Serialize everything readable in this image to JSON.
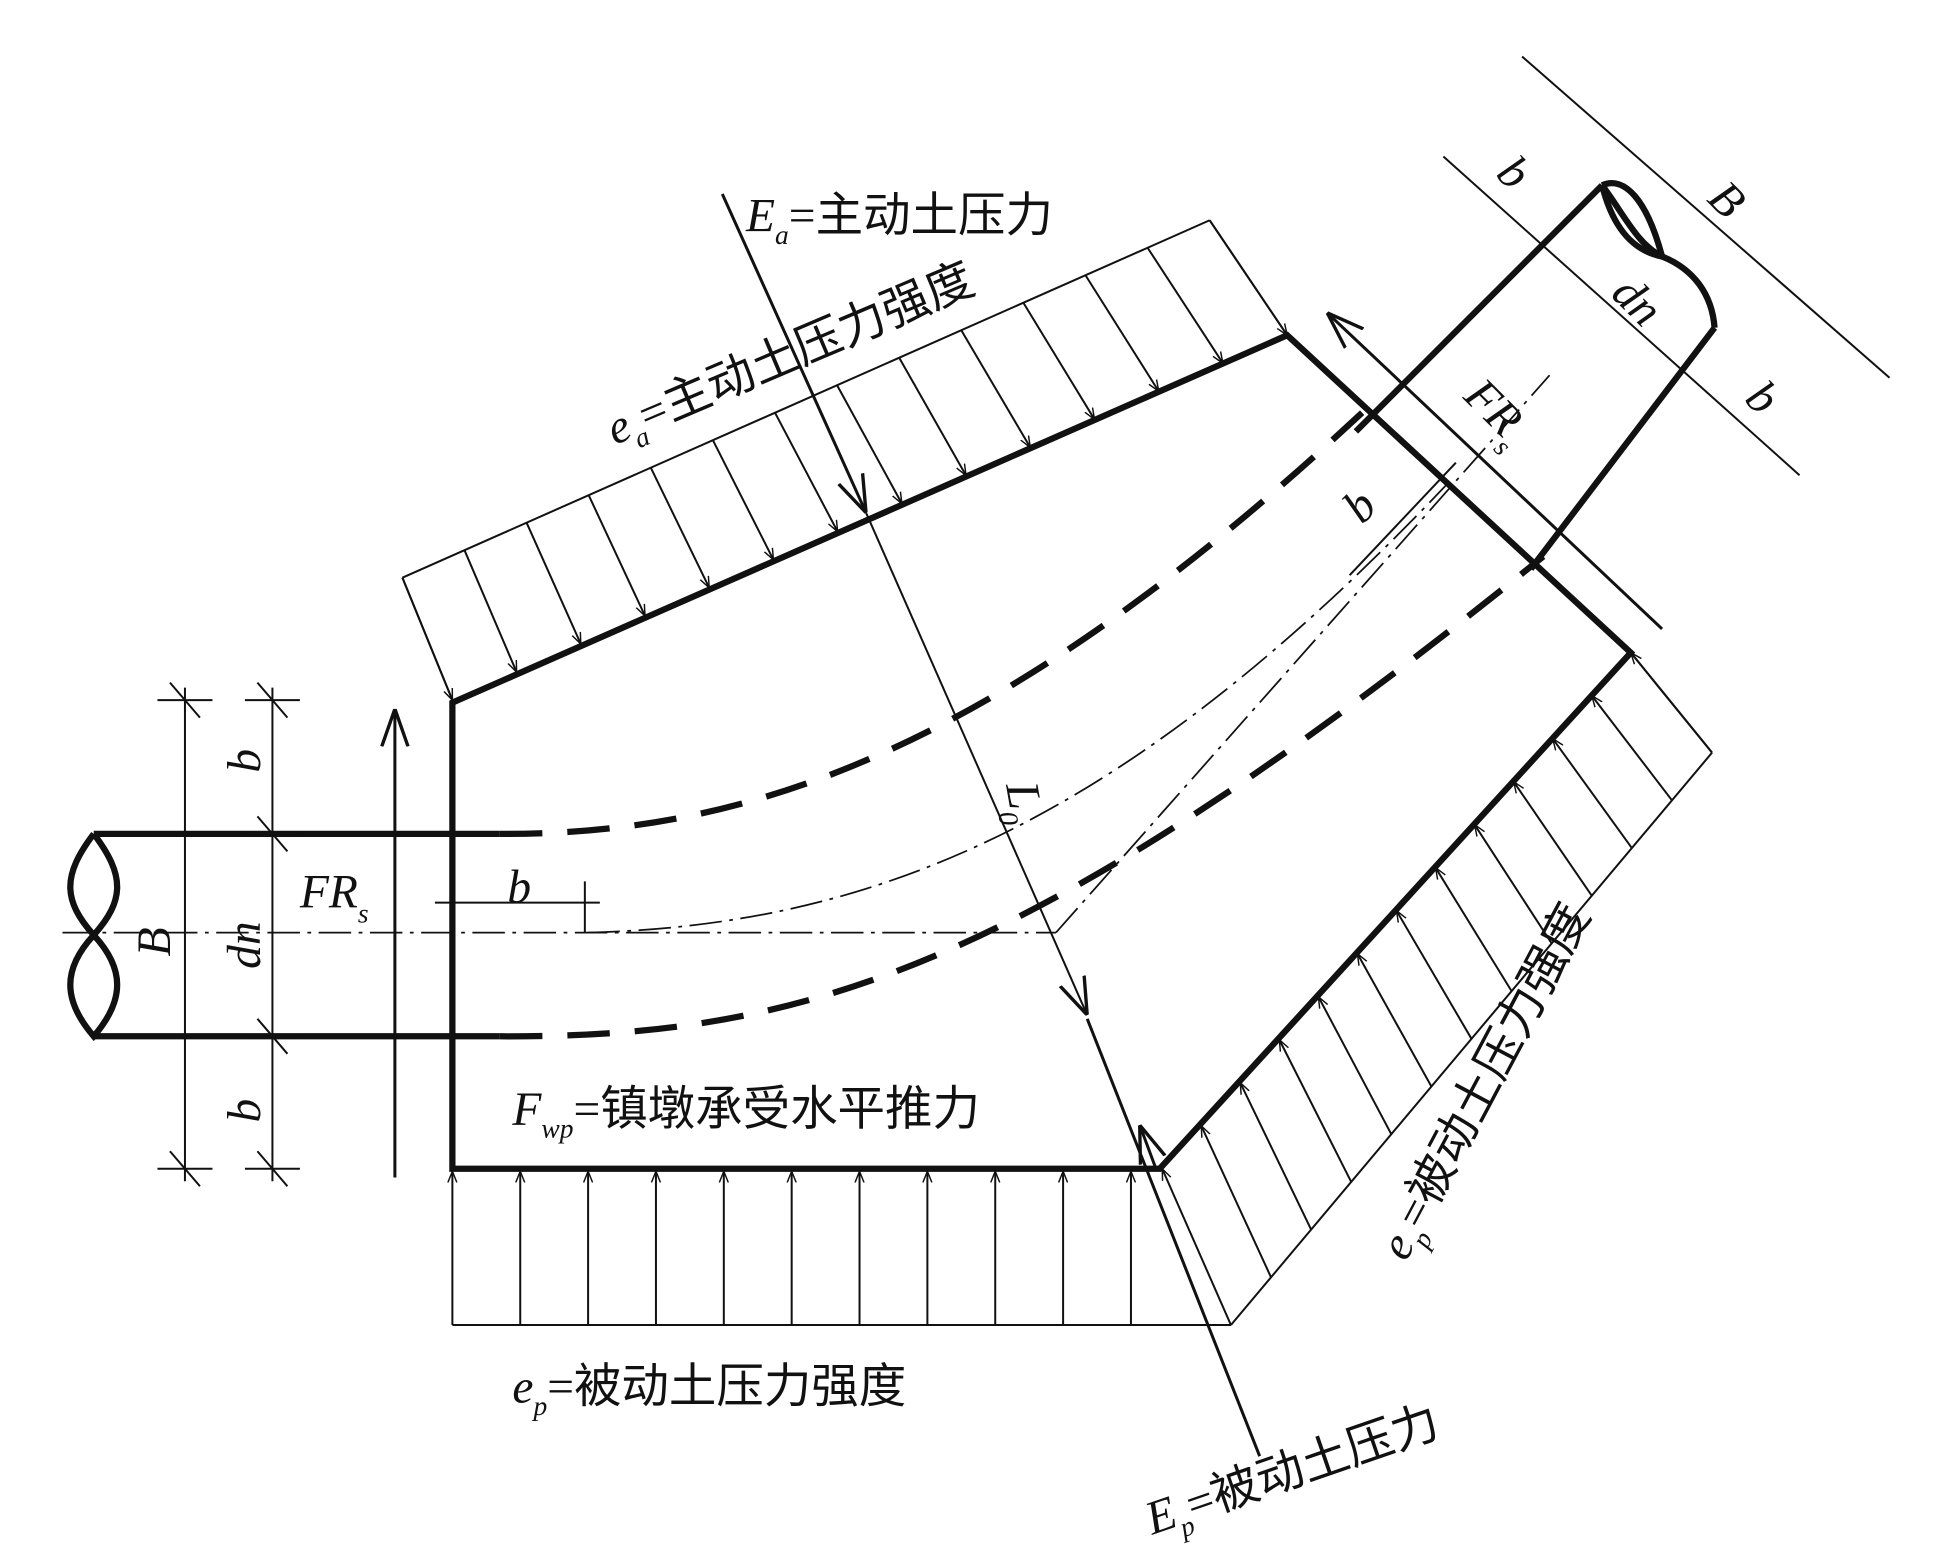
{
  "labels": {
    "Ea": {
      "sym": "E",
      "sub": "a",
      "text": "=主动土压力"
    },
    "ea": {
      "sym": "e",
      "sub": "a",
      "text": "=主动土压力强度"
    },
    "Ep": {
      "sym": "E",
      "sub": "p",
      "text": "=被动土压力"
    },
    "ep_bottom": {
      "sym": "e",
      "sub": "p",
      "text": "=被动土压力强度"
    },
    "ep_right": {
      "sym": "e",
      "sub": "p",
      "text": "=被动土压力强度"
    },
    "Fwp": {
      "sym": "F",
      "sub": "wp",
      "text": "=镇墩承受水平推力"
    },
    "FRs_left": {
      "sym": "FR",
      "sub": "s"
    },
    "FRs_right": {
      "sym": "FR",
      "sub": "s"
    },
    "L0": {
      "sym": "L",
      "sub": "0"
    }
  },
  "dims": {
    "B": "B",
    "b": "b",
    "dn": "dn"
  }
}
